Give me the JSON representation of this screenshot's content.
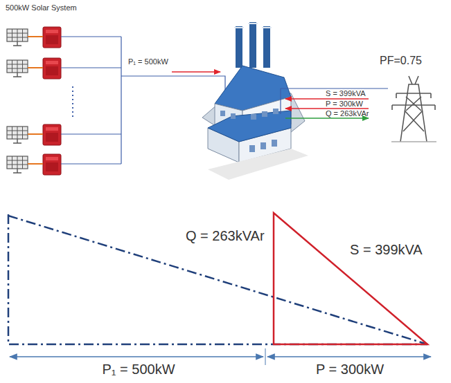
{
  "diagram": {
    "title": "500kW Solar System",
    "labels": [
      "P₁ = 500kW",
      "PF=0.75",
      "S = 399kVA",
      "P = 300kW",
      "Q = 263kVAr",
      "Q = 263kVAr",
      "S = 399kVA",
      "P₁ = 500kW",
      "P = 300kW"
    ]
  }
}
